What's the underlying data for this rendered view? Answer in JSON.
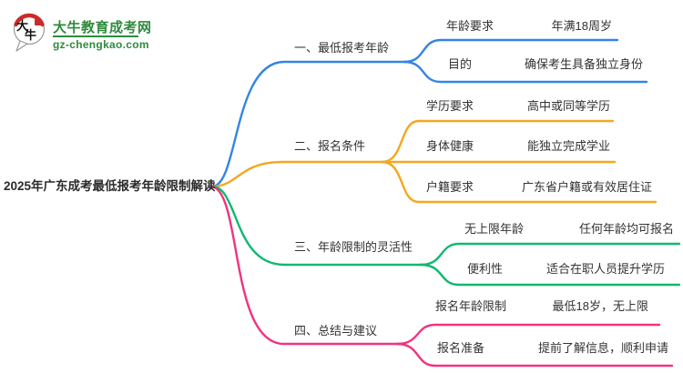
{
  "site": {
    "name": "大牛教育成考网",
    "domain": "gz-chengkao.com",
    "logo_mark_text_1": "大",
    "logo_mark_text_2": "牛",
    "brand_green": "#2e8b3d",
    "logo_red": "#cc2a2a"
  },
  "mindmap": {
    "central_topic": "2025年广东成考最低报考年龄限制解读",
    "branches": [
      {
        "label": "一、最低报考年龄",
        "color": "#3385e4",
        "children": [
          {
            "key": "年龄要求",
            "value": "年满18周岁"
          },
          {
            "key": "目的",
            "value": "确保考生具备独立身份"
          }
        ]
      },
      {
        "label": "二、报名条件",
        "color": "#f5a71f",
        "children": [
          {
            "key": "学历要求",
            "value": "高中或同等学历"
          },
          {
            "key": "身体健康",
            "value": "能独立完成学业"
          },
          {
            "key": "户籍要求",
            "value": "广东省户籍或有效居住证"
          }
        ]
      },
      {
        "label": "三、年龄限制的灵活性",
        "color": "#10b96f",
        "children": [
          {
            "key": "无上限年龄",
            "value": "任何年龄均可报名"
          },
          {
            "key": "便利性",
            "value": "适合在职人员提升学历"
          }
        ]
      },
      {
        "label": "四、总结与建议",
        "color": "#f1337f",
        "children": [
          {
            "key": "报名年龄限制",
            "value": "最低18岁，无上限"
          },
          {
            "key": "报名准备",
            "value": "提前了解信息，顺利申请"
          }
        ]
      }
    ]
  }
}
